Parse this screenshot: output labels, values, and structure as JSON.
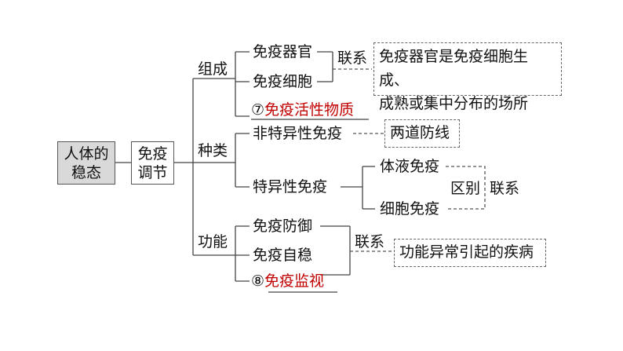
{
  "root": {
    "line1": "人体的",
    "line2": "稳态"
  },
  "immune": {
    "line1": "免疫",
    "line2": "调节"
  },
  "branches": {
    "composition": "组成",
    "types": "种类",
    "functions": "功能"
  },
  "composition_items": {
    "organ": "免疫器官",
    "cell": "免疫细胞",
    "blank7_marker": "⑦",
    "blank7_text": "免疫活性物质"
  },
  "link_label_1": "联系",
  "organ_note": {
    "line1": "免疫器官是免疫细胞生成、",
    "line2": "成熟或集中分布的场所"
  },
  "types_items": {
    "nonspecific": "非特异性免疫",
    "nonspecific_note": "两道防线",
    "specific": "特异性免疫",
    "humoral": "体液免疫",
    "cellular": "细胞免疫",
    "difference": "区别",
    "link": "联系"
  },
  "function_items": {
    "defense": "免疫防御",
    "homeostasis": "免疫自稳",
    "blank8_marker": "⑧",
    "blank8_text": "免疫监视",
    "link": "联系",
    "note": "功能异常引起的疾病"
  },
  "colors": {
    "answer_red": "#c00000",
    "root_fill": "#d9d9d9",
    "line": "#444444"
  }
}
